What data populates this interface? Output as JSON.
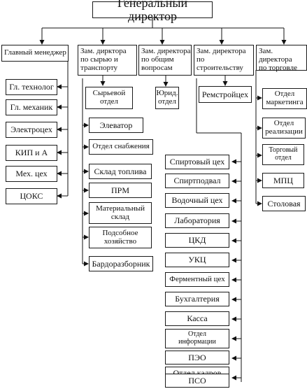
{
  "top": {
    "title": "Генеральный директор"
  },
  "heads": {
    "manager": "Главный менеджер",
    "raw": "Зам. дирктора\nпо сырью и\nтранспорту",
    "general": "Зам. директора\nпо общим\nвопросам",
    "build": "Зам. директора\nпо строительству",
    "trade": "Зам. директора\nпо торговле"
  },
  "manager_units": [
    "Гл. технолог",
    "Гл. механик",
    "Электроцех",
    "КИП и А",
    "Мех. цех",
    "ЦОКС"
  ],
  "raw_units": {
    "top": "Сырьевой\nотдел",
    "list": [
      "Элеватор",
      "Отдел снабжения",
      "Склад топлива",
      "ПРМ",
      "Материальный\nсклад",
      "Подсобное\nхозяйство",
      "Бардоразборник"
    ]
  },
  "general_units": {
    "top": "Юрид.\nотдел"
  },
  "build_units": {
    "top": "Ремстройцех",
    "list": [
      "Спиртовый цех",
      "Спиртподвал",
      "Водочный цех",
      "Лаборатория",
      "ЦКД",
      "УКЦ",
      "Ферментный цех",
      "Бухгалтерия",
      "Касса",
      "Отдел\nинформации",
      "ПЭО",
      "Отдел кадров",
      "ПСО"
    ]
  },
  "trade_units": [
    "Отдел\nмаркетинга",
    "Отдел\nреализации",
    "Торговый\nотдел",
    "МПЦ",
    "Столовая"
  ]
}
